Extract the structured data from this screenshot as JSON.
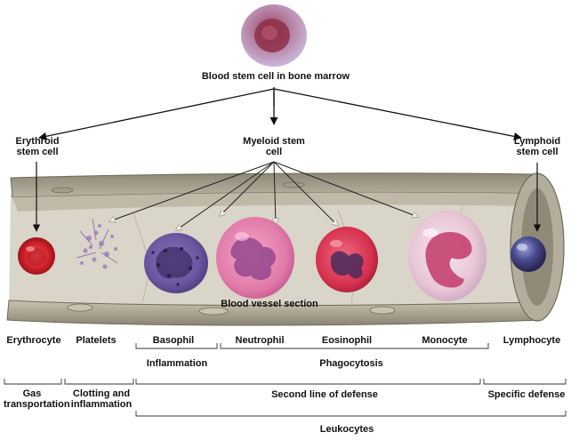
{
  "title": "Blood stem cell in bone marrow",
  "stem_cells": {
    "erythroid": "Erythroid stem cell",
    "myeloid": "Myeloid stem cell",
    "lymphoid": "Lymphoid stem cell"
  },
  "vessel_label": "Blood vessel section",
  "cells": [
    "Erythrocyte",
    "Platelets",
    "Basophil",
    "Neutrophil",
    "Eosinophil",
    "Monocyte",
    "Lymphocyte"
  ],
  "groups": {
    "inflammation": "Inflammation",
    "phagocytosis": "Phagocytosis"
  },
  "functions": {
    "gas": "Gas transportation",
    "clotting": "Clotting and inflammation",
    "second_line": "Second line of defense",
    "specific": "Specific defense"
  },
  "leukocytes": "Leukocytes",
  "colors": {
    "vessel": "#a9a392",
    "vessel_dark": "#6f6a5c",
    "erythrocyte": "#d8242f",
    "basophil": "#5a3f8a",
    "neutrophil": "#e07aa8",
    "eosinophil": "#d6304e",
    "monocyte": "#e8c6d6",
    "lymphocyte": "#3c3a78"
  }
}
